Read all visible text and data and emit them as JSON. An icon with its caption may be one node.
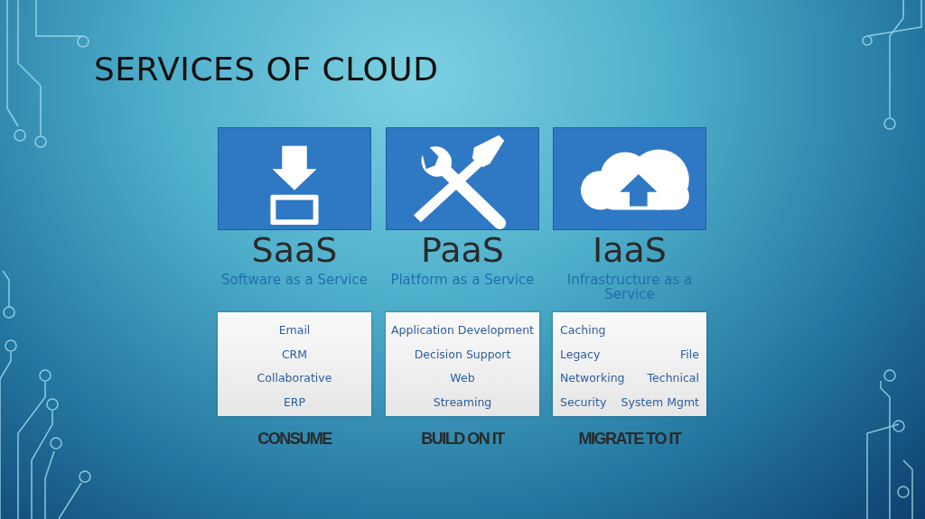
{
  "diagram": {
    "title": "SERVICES OF CLOUD",
    "nodes": [
      {
        "text": [
          "Email",
          "CRM",
          "Collaborative",
          "ERP"
        ]
      },
      {
        "text": [
          "Application Development",
          "Decision Support",
          "Web",
          "Streaming"
        ]
      },
      {
        "text": [
          "Caching",
          "Legacy",
          "File",
          "Networking",
          "Technical",
          "Security",
          "System Mgmt"
        ]
      }
    ],
    "labels": [
      "SaaS",
      "Software as a Service",
      "PaaS",
      "Platform as a Service",
      "IaaS",
      "Infrastructure as a Service",
      "CONSUME",
      "BUILD ON IT",
      "MIGRATE TO IT"
    ]
  }
}
